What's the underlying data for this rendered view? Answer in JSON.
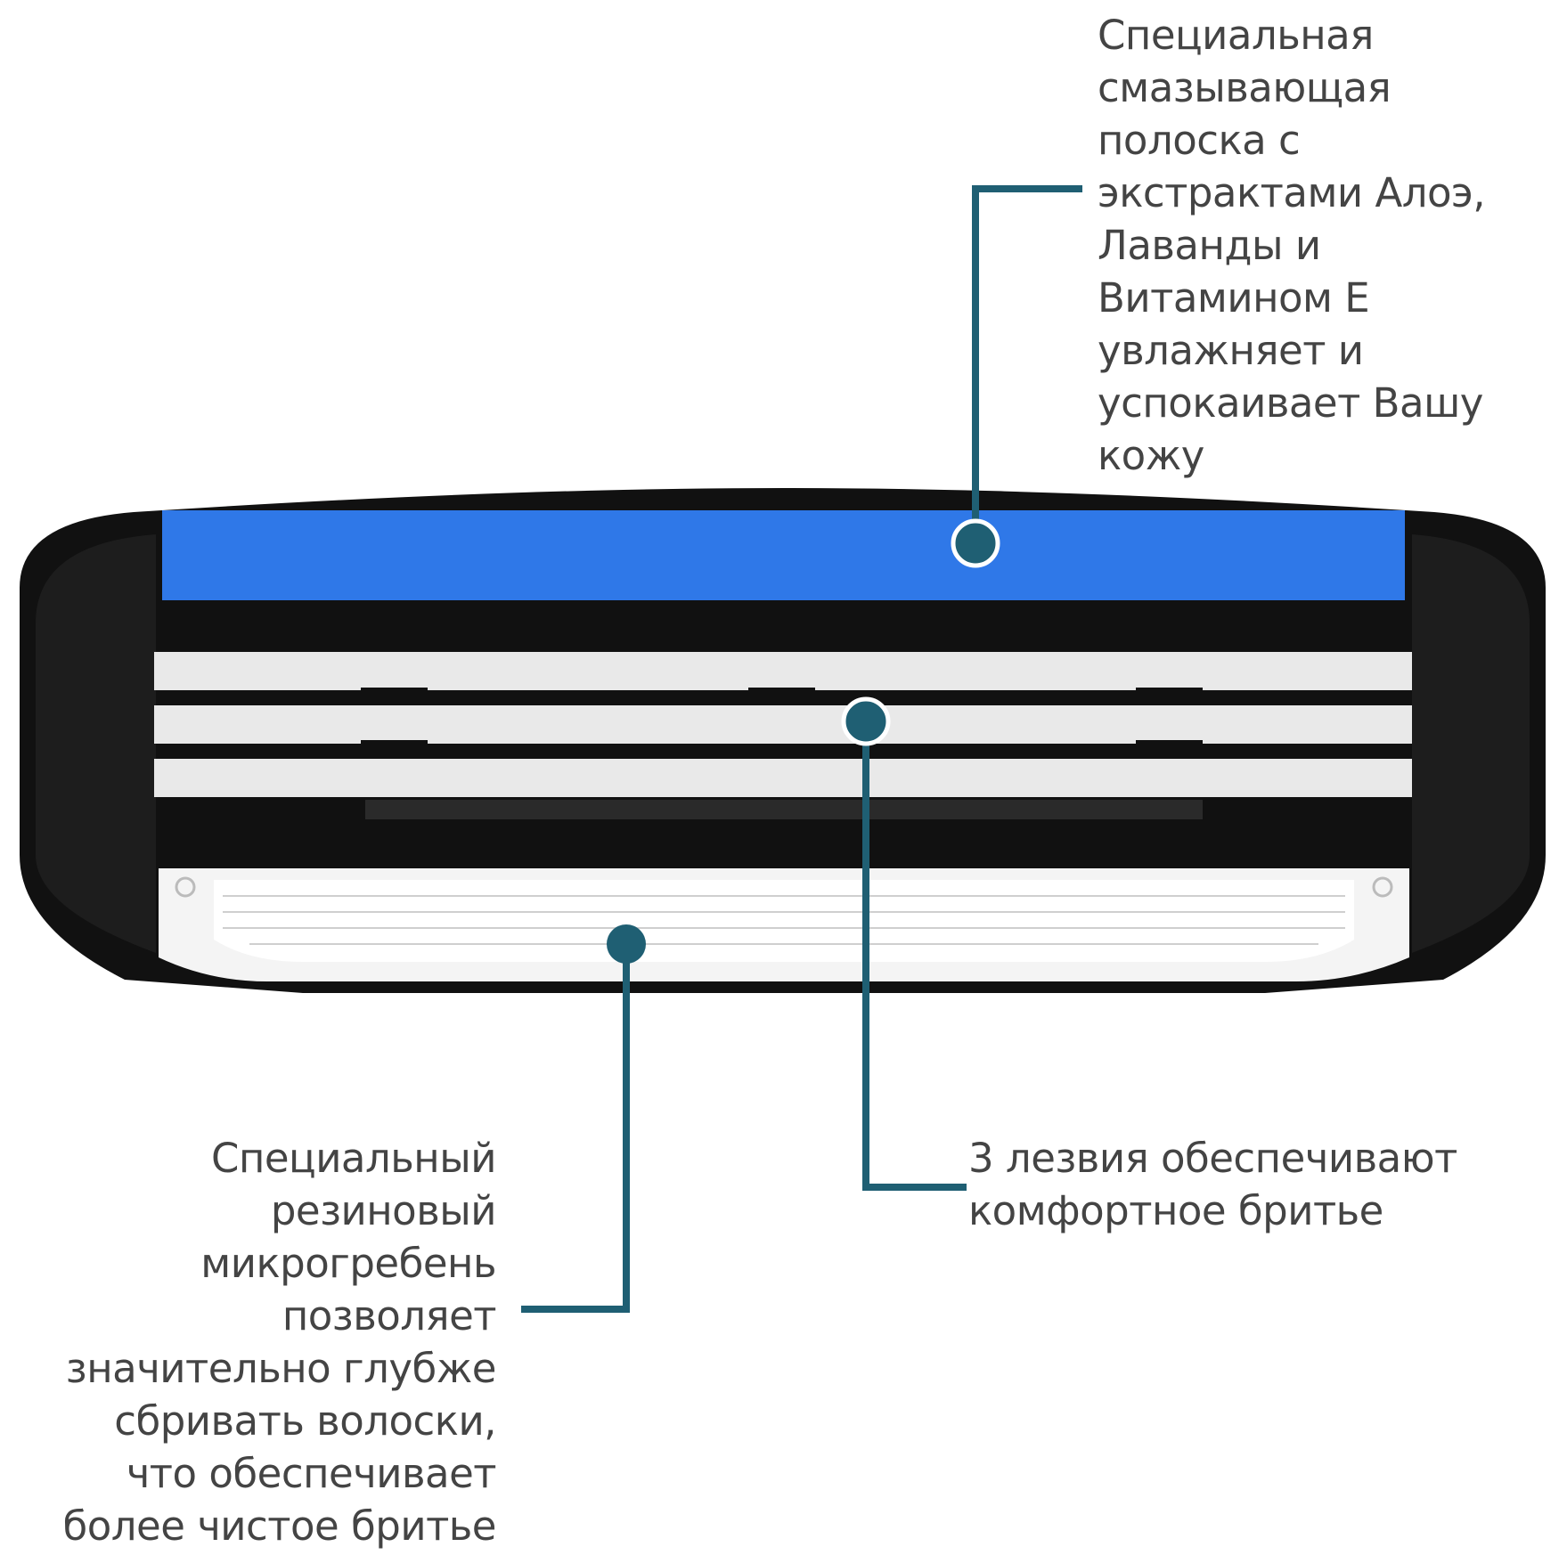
{
  "colors": {
    "background": "#ffffff",
    "cartridge_body": "#111111",
    "lubricating_strip": "#2f78e8",
    "blade": "#e9e9e9",
    "comb": "#f4f4f4",
    "callout_line": "#1f5f73",
    "marker_dot": "#1f5f73",
    "text": "#444444"
  },
  "callouts": {
    "lubricating_strip": {
      "lines": [
        "Специальная",
        "смазывающая",
        "полоска с",
        "экстрактами Алоэ,",
        "Лаванды и",
        "Витамином Е",
        "увлажняет и",
        "успокаивает Вашу",
        "кожу"
      ]
    },
    "blades": {
      "lines": [
        "3 лезвия обеспечивают",
        "комфортное бритье"
      ]
    },
    "comb": {
      "lines": [
        "Специальный",
        "резиновый",
        "микрогребень",
        "позволяет",
        "значительно глубже",
        "сбривать волоски,",
        "что обеспечивает",
        "более чистое бритье"
      ]
    }
  }
}
